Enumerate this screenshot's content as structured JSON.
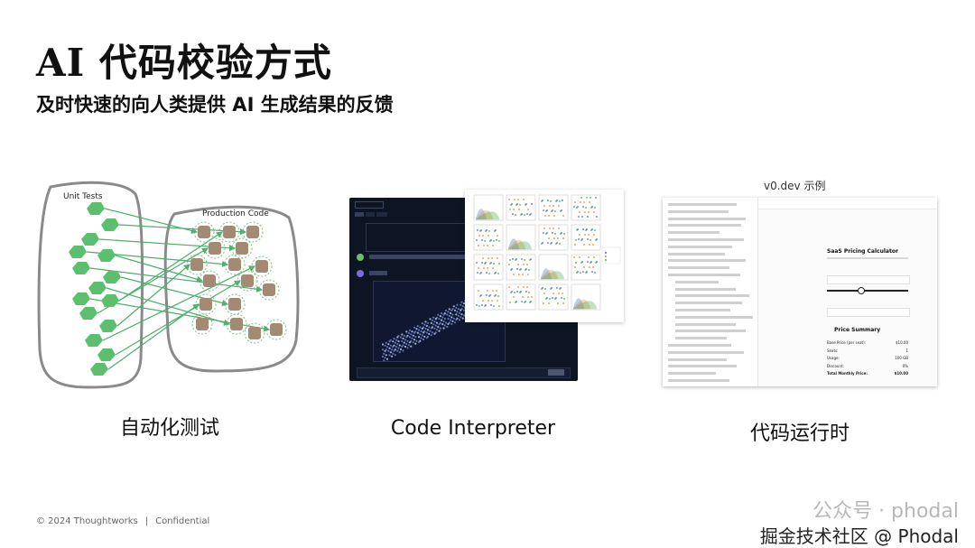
{
  "slide": {
    "title": "AI 代码校验方式",
    "subtitle": "及时快速的向人类提供 AI 生成结果的反馈"
  },
  "panels": [
    {
      "caption": "自动化测试",
      "labels": {
        "left": "Unit Tests",
        "right": "Production Code"
      }
    },
    {
      "caption": "Code Interpreter"
    },
    {
      "caption": "代码运行时",
      "top_label": "v0.dev 示例"
    }
  ],
  "v0_ui": {
    "app_title": "SaaS Pricing Calculator",
    "summary_title": "Price Summary",
    "rows": [
      {
        "label": "Base Price (per seat):",
        "value": "$10.00"
      },
      {
        "label": "Seats:",
        "value": "1"
      },
      {
        "label": "Usage:",
        "value": "100 GB"
      },
      {
        "label": "Discount:",
        "value": "0%"
      },
      {
        "label": "Total Monthly Price:",
        "value": "$10.00"
      }
    ]
  },
  "footer": {
    "copyright": "© 2024 Thoughtworks",
    "separator": "|",
    "confidential": "Confidential"
  },
  "watermark": {
    "line1": "公众号 · phodal",
    "line2": "掘金技术社区 @ Phodal"
  },
  "colors": {
    "node_green": "#5bbf6e",
    "node_brown": "#a38a73",
    "arrow_green": "#4caf6a",
    "outline_gray": "#8a8a8a"
  }
}
